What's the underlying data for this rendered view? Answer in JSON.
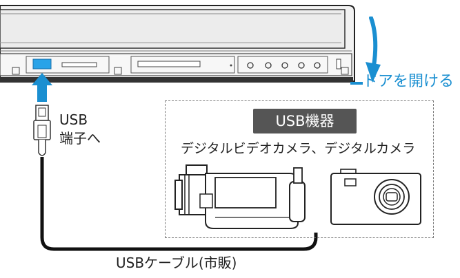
{
  "title": "",
  "labels": {
    "door": "ドアを開ける",
    "usb_port": "USB\n端子へ",
    "usb_port_line1": "USB",
    "usb_port_line2": "端子へ",
    "usb_device": "USB機器",
    "device_types": "デジタルビデオカメラ、デジタルカメラ",
    "cable": "USBケーブル(市販)"
  },
  "colors": {
    "accent": "#1a8fd1",
    "badge": "#555555",
    "usb_port": "#29a3e8"
  },
  "icons": [
    "recorder-front-panel",
    "down-arrow",
    "up-arrow",
    "usb-plug",
    "video-camera-icon",
    "digital-camera-icon"
  ]
}
